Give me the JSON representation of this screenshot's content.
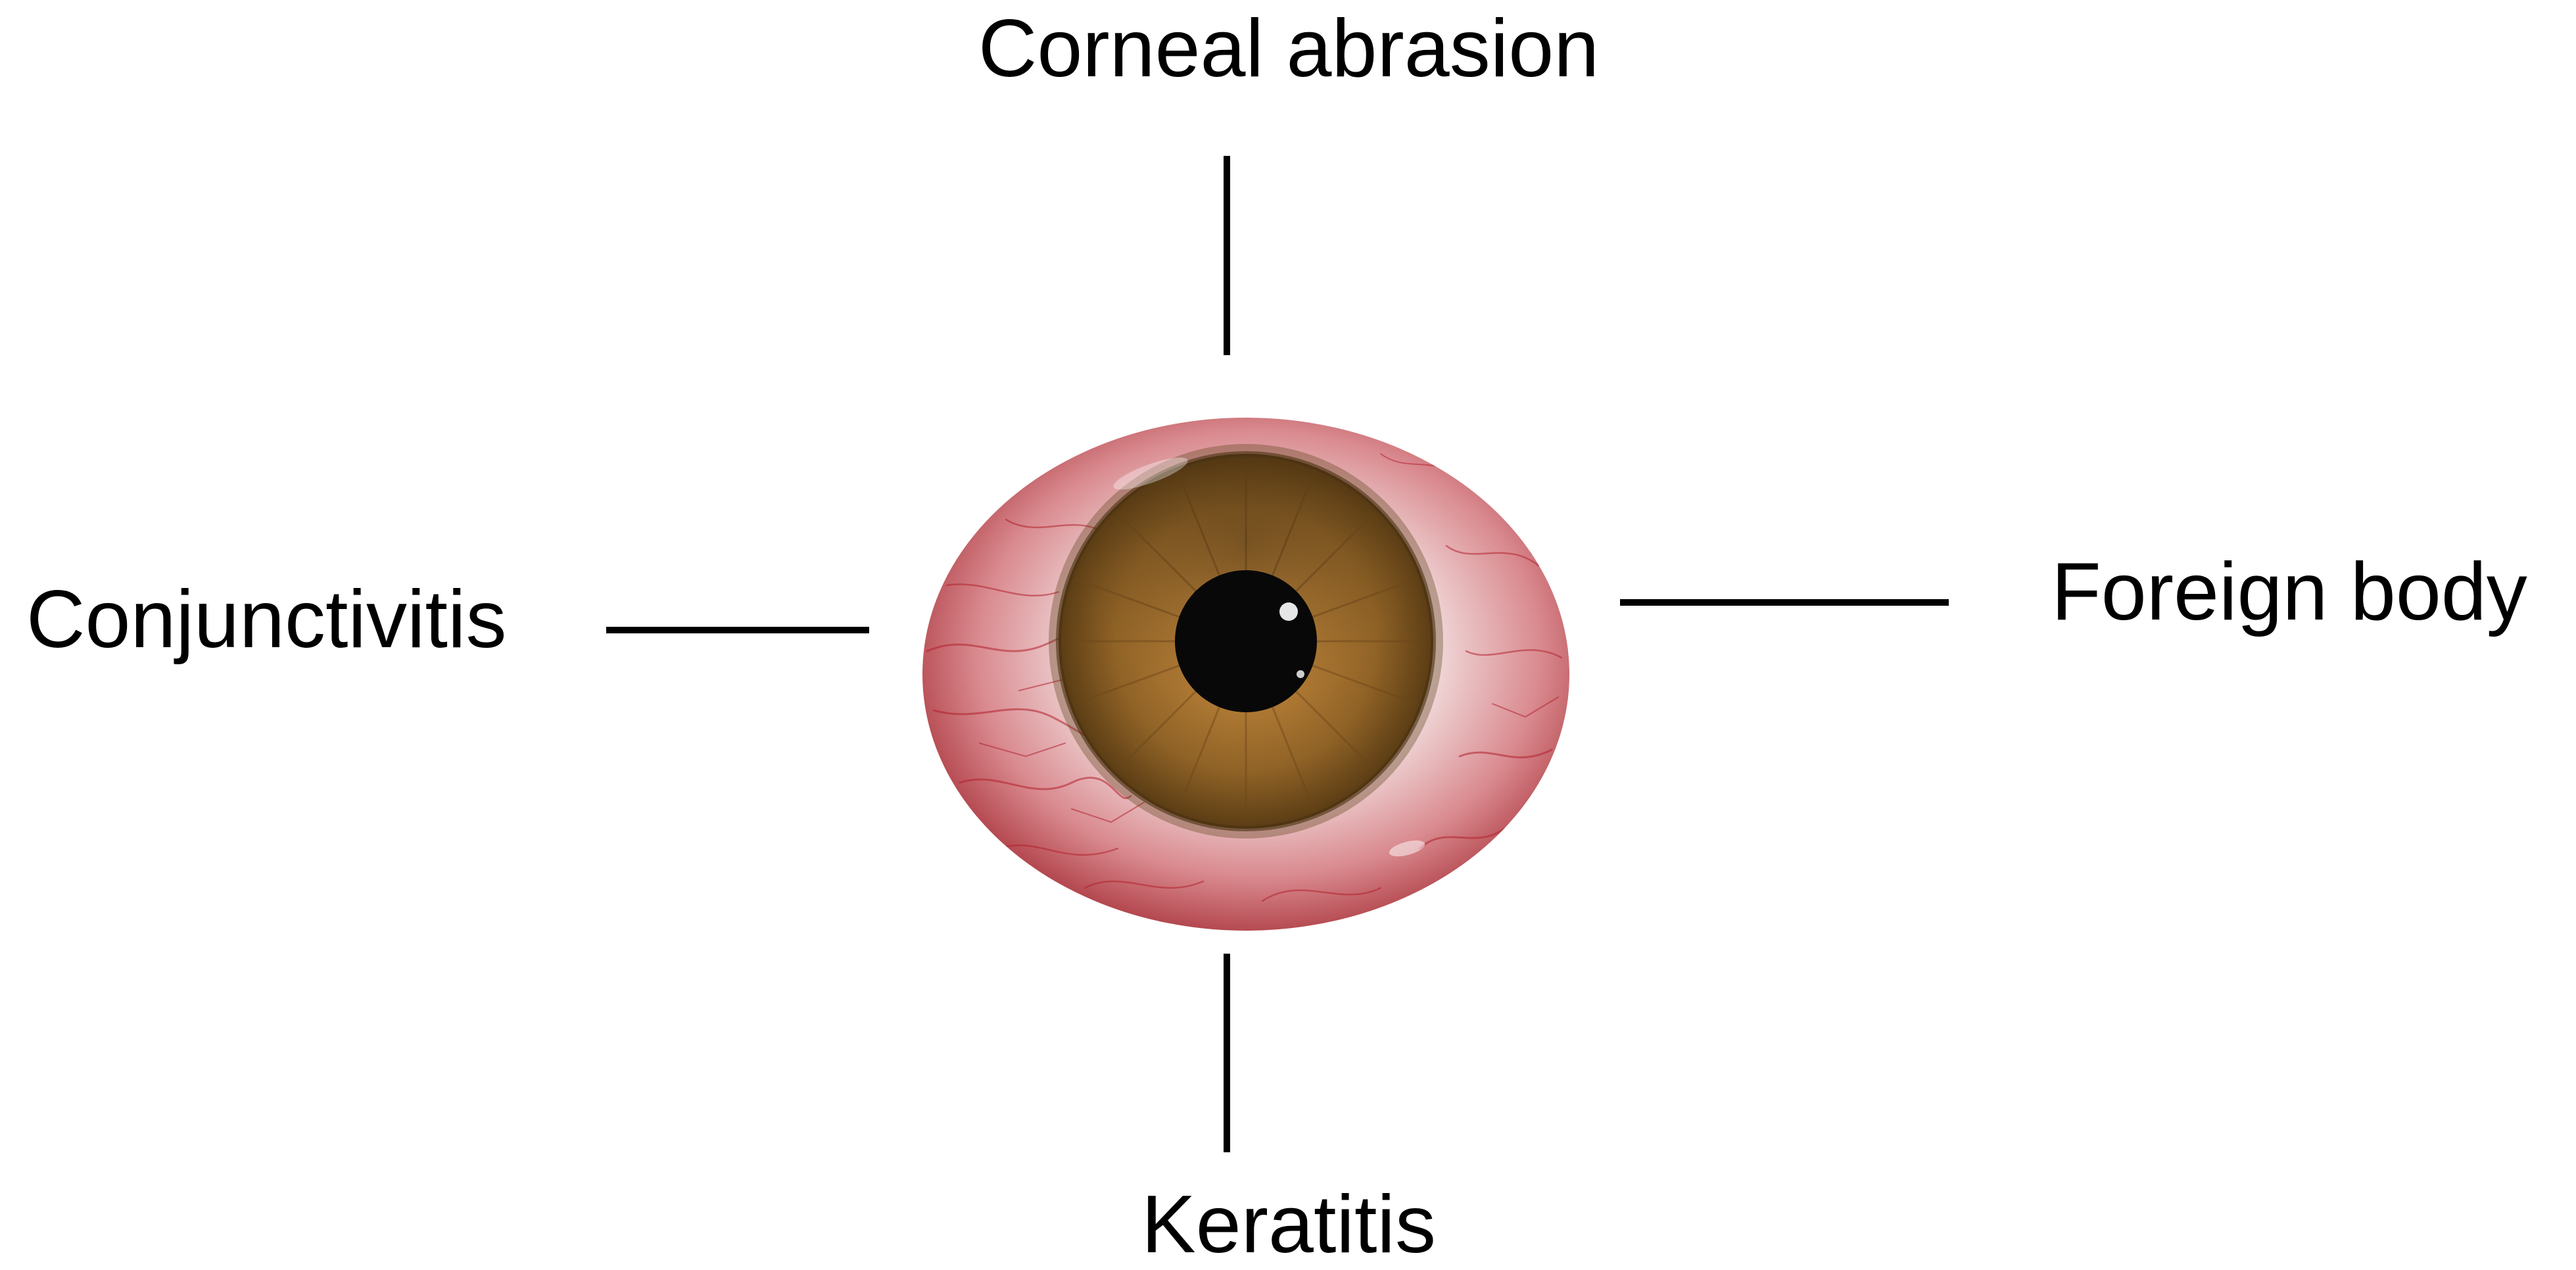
{
  "labels": {
    "top": "Corneal abrasion",
    "left": "Conjunctivitis",
    "right": "Foreign body",
    "bottom": "Keratitis"
  },
  "colors": {
    "background": "#ffffff",
    "text": "#000000",
    "connector": "#000000",
    "sclera_edge": "#a8323a",
    "sclera_center": "#f2dede",
    "iris_outer": "#6b4a1e",
    "iris_inner": "#a8742e",
    "pupil": "#080808"
  },
  "icons": {
    "eye": "bloodshot-eye-icon"
  }
}
